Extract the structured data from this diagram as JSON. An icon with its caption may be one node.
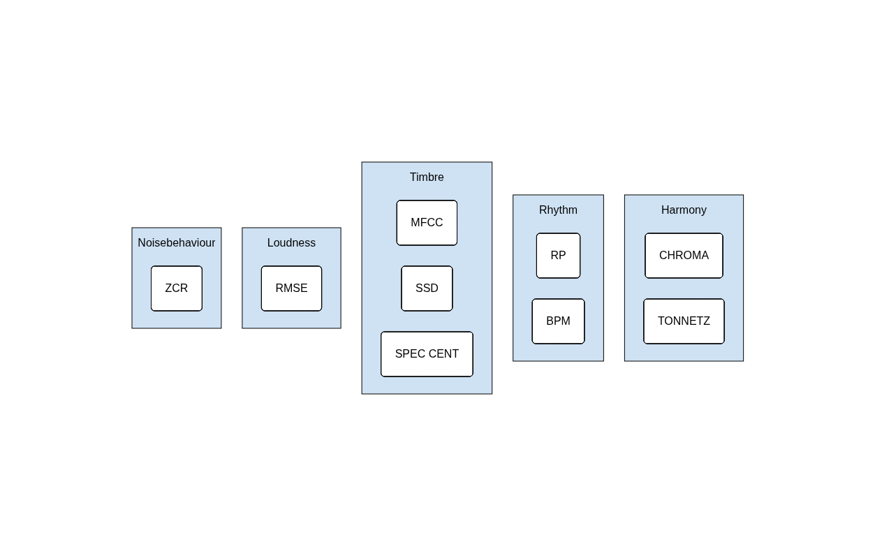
{
  "diagram": {
    "nodes": [
      {
        "text": [
          "Harmony"
        ]
      },
      {
        "text": [
          "CHROMA"
        ],
        "in": 0
      },
      {
        "text": [
          "TONNETZ"
        ],
        "in": 0
      },
      {
        "text": [
          "Rhythm"
        ]
      },
      {
        "text": [
          "RP"
        ],
        "in": 3
      },
      {
        "text": [
          "BPM"
        ],
        "in": 3
      },
      {
        "text": [
          "Timbre"
        ]
      },
      {
        "text": [
          "MFCC"
        ],
        "in": 6
      },
      {
        "text": [
          "SSD"
        ],
        "in": 6
      },
      {
        "text": [
          "SPEC CENT"
        ],
        "in": 6
      },
      {
        "text": [
          "Loudness"
        ]
      },
      {
        "text": [
          "RMSE"
        ],
        "in": 10
      },
      {
        "text": [
          "Noisebehaviour"
        ]
      },
      {
        "text": [
          "ZCR"
        ],
        "in": 12
      }
    ]
  }
}
